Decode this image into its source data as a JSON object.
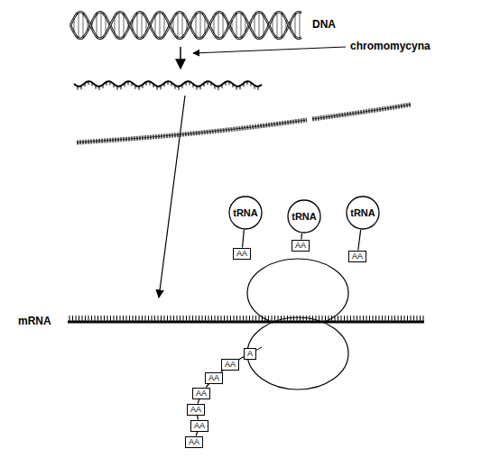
{
  "diagram": {
    "nodes": [
      {
        "text": [
          "tRNA"
        ]
      },
      {
        "text": [
          "AA"
        ]
      },
      {
        "text": [
          "tRNA"
        ]
      },
      {
        "text": [
          "AA"
        ]
      },
      {
        "text": [
          "tRNA"
        ]
      },
      {
        "text": [
          "AA"
        ]
      },
      {
        "text": [
          "A"
        ]
      },
      {
        "text": [
          "AA"
        ]
      },
      {
        "text": [
          "AA"
        ]
      },
      {
        "text": [
          "AA"
        ]
      },
      {
        "text": [
          "AA"
        ]
      },
      {
        "text": [
          "AA"
        ]
      },
      {
        "text": [
          "AA"
        ]
      }
    ],
    "edges": [
      {
        "from": 0,
        "to": 1,
        "arrow": "none"
      },
      {
        "from": 2,
        "to": 3,
        "arrow": "none"
      },
      {
        "from": 4,
        "to": 5,
        "arrow": "none"
      },
      {
        "from": 6,
        "to": 7,
        "arrow": "none"
      },
      {
        "from": 7,
        "to": 8,
        "arrow": "none"
      },
      {
        "from": 8,
        "to": 9,
        "arrow": "none"
      },
      {
        "from": 9,
        "to": 10,
        "arrow": "none"
      },
      {
        "from": 10,
        "to": 11,
        "arrow": "none"
      },
      {
        "from": 11,
        "to": 12,
        "arrow": "none"
      }
    ],
    "labels": [
      "DNA",
      "chromomycyna",
      "mRNA"
    ]
  }
}
